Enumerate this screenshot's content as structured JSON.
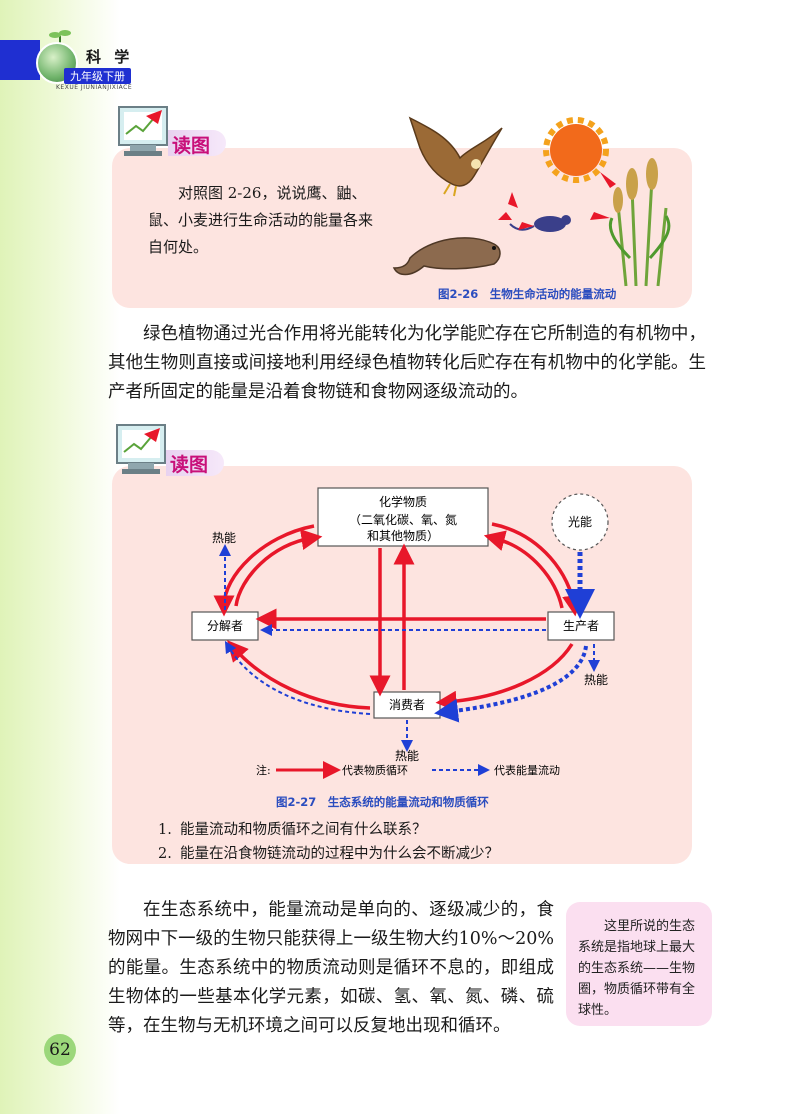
{
  "header": {
    "subject": "科 学",
    "grade": "九年级下册",
    "pinyin": "KEXUE JIUNIANJIXIACE"
  },
  "reading1": {
    "label": "读图",
    "question": "对照图 2-26，说说鹰、鼬、鼠、小麦进行生命活动的能量各来自何处。",
    "caption": "图2-26　生物生命活动的能量流动"
  },
  "paragraph1": "绿色植物通过光合作用将光能转化为化学能贮存在它所制造的有机物中，其他生物则直接或间接地利用经绿色植物转化后贮存在有机物中的化学能。生产者所固定的能量是沿着食物链和食物网逐级流动的。",
  "reading2": {
    "label": "读图",
    "diagram": {
      "chem_line1": "化学物质",
      "chem_line2": "（二氧化碳、氧、氮",
      "chem_line3": "和其他物质）",
      "light": "光能",
      "decomposer": "分解者",
      "producer": "生产者",
      "consumer": "消费者",
      "heat_decomposer": "热能",
      "heat_producer": "热能",
      "heat_consumer": "热能",
      "legend_note": "注:",
      "legend_matter": "代表物质循环",
      "legend_energy": "代表能量流动"
    },
    "caption": "图2-27　生态系统的能量流动和物质循环",
    "questions": [
      {
        "num": "1.",
        "text": "能量流动和物质循环之间有什么联系？"
      },
      {
        "num": "2.",
        "text": "能量在沿食物链流动的过程中为什么会不断减少？"
      }
    ]
  },
  "paragraph2": "在生态系统中，能量流动是单向的、逐级减少的，食物网中下一级的生物只能获得上一级生物大约10%～20% 的能量。生态系统中的物质流动则是循环不息的，即组成生物体的一些基本化学元素，如碳、氢、氧、氮、磷、硫等，在生物与无机环境之间可以反复地出现和循环。",
  "side_note": "这里所说的生态系统是指地球上最大的生态系统——生物圈，物质循环带有全球性。",
  "page_number": "62",
  "colors": {
    "matter_arrow": "#e8172a",
    "energy_arrow": "#1f3fd6",
    "panel_bg": "#fde4e0",
    "label_pink": "#c8107a",
    "caption_blue": "#2b4dbf"
  }
}
